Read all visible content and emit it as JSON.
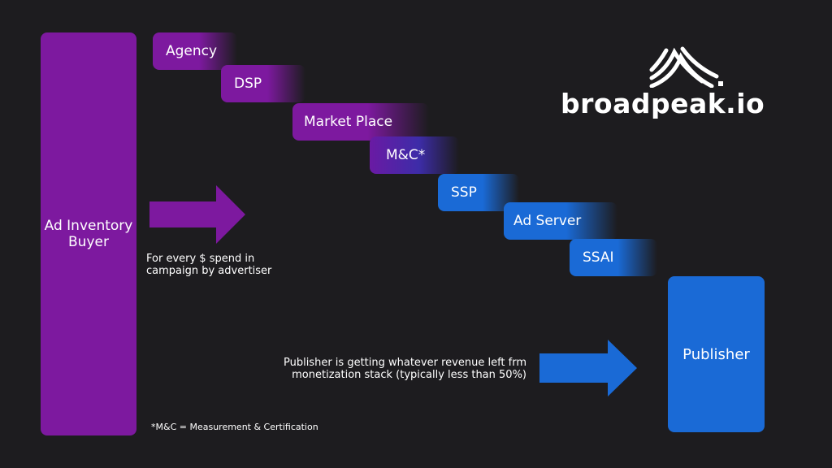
{
  "buyer": {
    "label": "Ad Inventory Buyer"
  },
  "publisher": {
    "label": "Publisher"
  },
  "stack": [
    {
      "label": "Agency"
    },
    {
      "label": "DSP"
    },
    {
      "label": "Market Place"
    },
    {
      "label": "M&C*"
    },
    {
      "label": "SSP"
    },
    {
      "label": "Ad Server"
    },
    {
      "label": "SSAI"
    }
  ],
  "notes": {
    "campaign": "For every $ spend in campaign by advertiser",
    "publisher_revenue": "Publisher is getting whatever revenue left frm monetization stack (typically less than 50%)",
    "footnote": "*M&C = Measurement & Certification"
  },
  "logo": {
    "text": "broadpeak.io"
  },
  "colors": {
    "purple": "#7d199f",
    "blue": "#1a6ad6",
    "background": "#1d1c1f"
  }
}
